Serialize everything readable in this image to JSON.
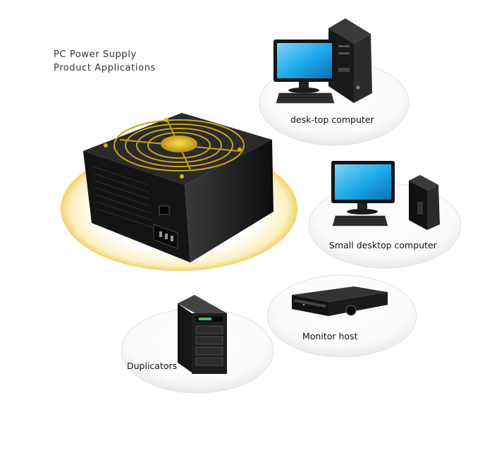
{
  "title": {
    "line1": "PC Power Supply",
    "line2": "Product Applications"
  },
  "applications": [
    {
      "label": "desk-top computer",
      "icon": "desktop-computer-icon"
    },
    {
      "label": "Small desktop computer",
      "icon": "small-desktop-computer-icon"
    },
    {
      "label": "Monitor host",
      "icon": "monitor-host-icon"
    },
    {
      "label": "Duplicators",
      "icon": "duplicator-tower-icon"
    }
  ],
  "product": {
    "icon": "power-supply-unit-icon"
  },
  "colors": {
    "screen_blue": "#1aa7e8",
    "case_black": "#141414",
    "fan_gold": "#d8b21a",
    "halo_yellow": "#f3d873"
  }
}
